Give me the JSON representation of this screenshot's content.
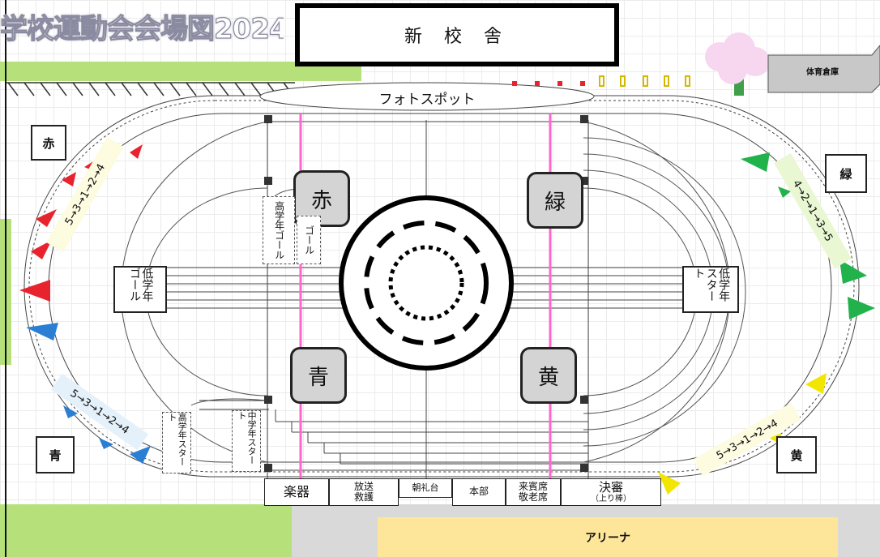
{
  "title": "学校運動会会場図2024",
  "building": "新 校 舎",
  "photo_spot": "フォトスポット",
  "storage": "体育倉庫",
  "arena": "アリーナ",
  "team_boxes": {
    "red": "赤",
    "green": "緑",
    "blue": "青",
    "yellow": "黄"
  },
  "center_teams": {
    "red": "赤",
    "green": "緑",
    "blue": "青",
    "yellow": "黄"
  },
  "goals": {
    "lower_goal": "低学年ゴール",
    "lower_start": "低学年スタート",
    "upper_goal": "高学年ゴール",
    "middle_goal": "ゴール",
    "upper_start": "高学年スタート",
    "middle_start": "中学年スタート"
  },
  "relay_orders": {
    "red": "5→3→1→2→4",
    "green": "4→2→1→3→5",
    "blue": "5→3→1→2→4",
    "yellow": "5→3→1→2→4"
  },
  "booths": [
    {
      "line1": "楽器",
      "line2": ""
    },
    {
      "line1": "放送",
      "line2": "救護"
    },
    {
      "line1": "朝礼台",
      "line2": ""
    },
    {
      "line1": "本部",
      "line2": ""
    },
    {
      "line1": "来賓席",
      "line2": "敬老席"
    },
    {
      "line1": "決審",
      "line2": "（上り棒）"
    }
  ],
  "colors": {
    "red": "#e8232e",
    "green": "#22b24c",
    "blue": "#2a7fd4",
    "yellow": "#f2e600",
    "field_green": "#b5e07a",
    "arena": "#fde69a",
    "pink_lane": "#ff66cc"
  }
}
